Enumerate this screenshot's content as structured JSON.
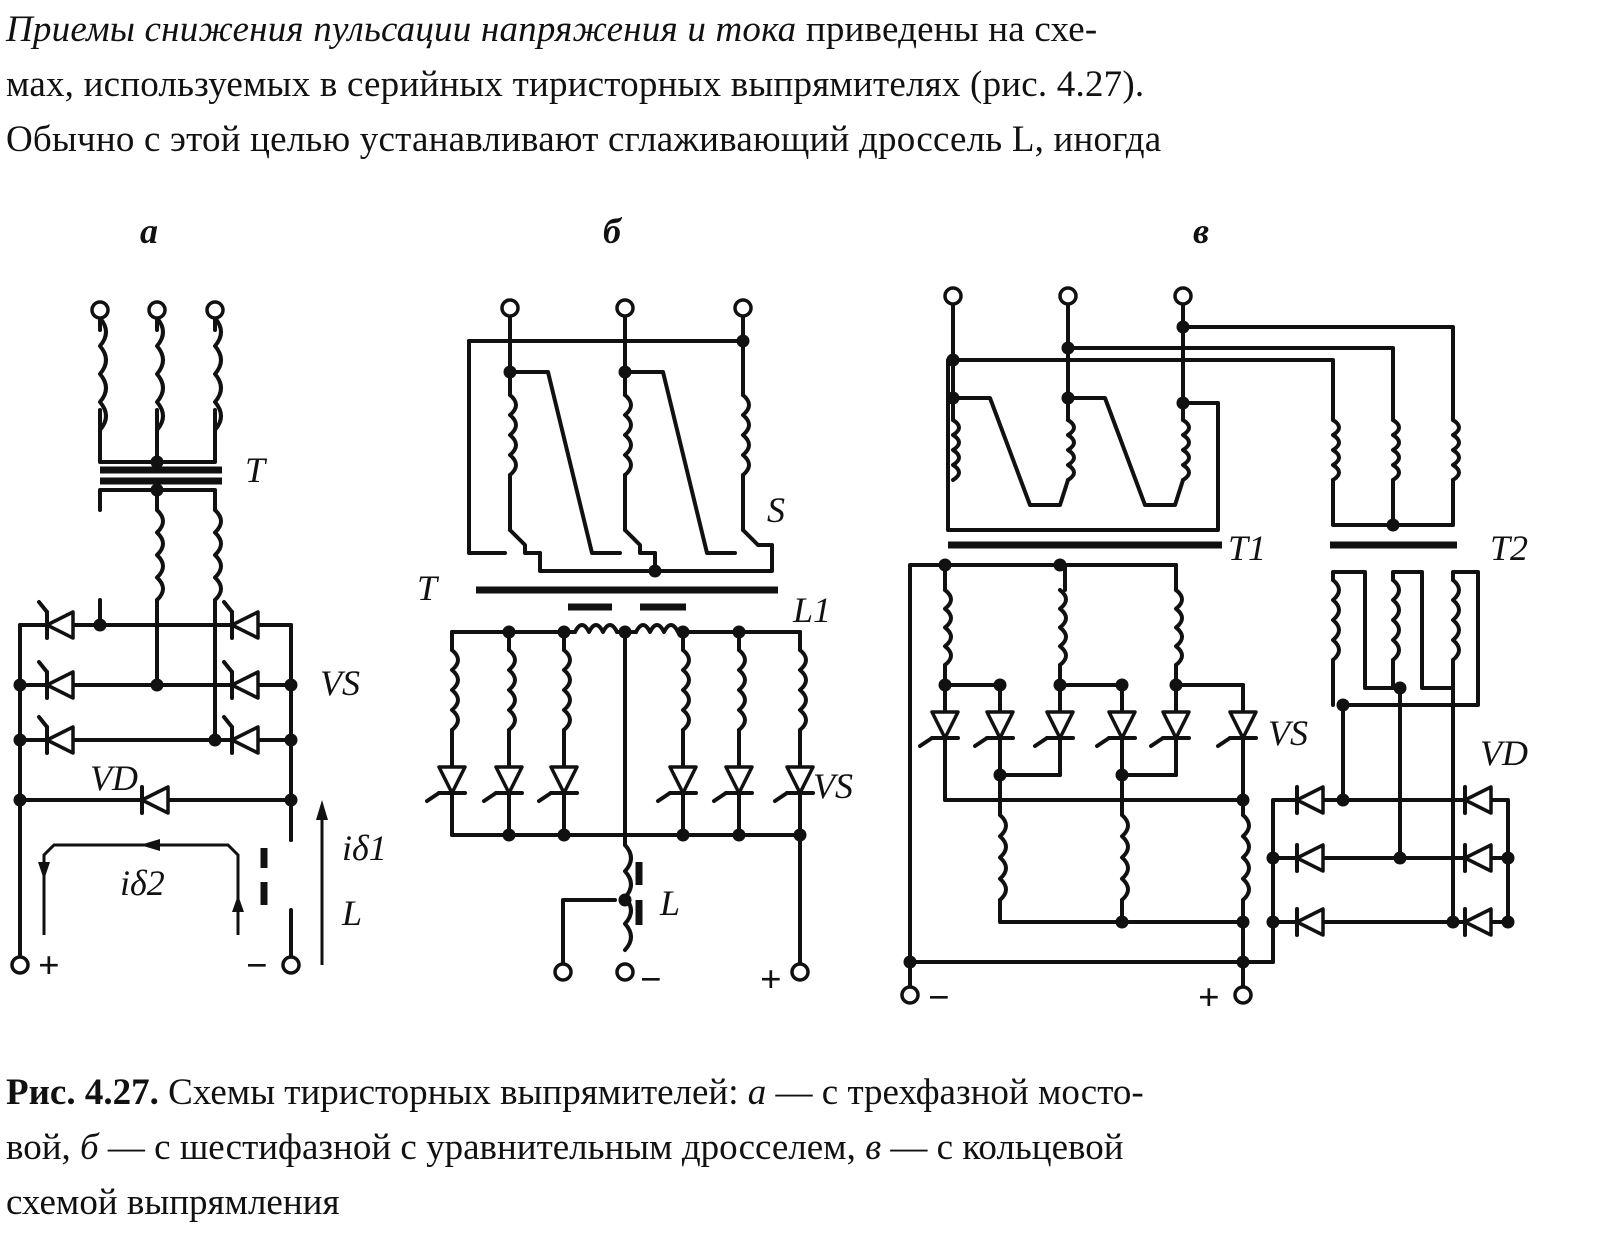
{
  "paragraph": {
    "line1_italic": "Приемы снижения пульсации напряжения и тока",
    "line1_rest": " приведены на схе-",
    "line2": "мах, используемых в серийных тиристорных выпрямителях (рис. 4.27).",
    "line3": "Обычно с этой целью устанавливают сглаживающий дроссель L, иногда"
  },
  "figure": {
    "panel_labels": {
      "a": "а",
      "b": "б",
      "c": "в"
    },
    "labels": {
      "T": "T",
      "VS": "VS",
      "VD": "VD",
      "L": "L",
      "L1": "L1",
      "S": "S",
      "T1": "T1",
      "T2": "T2",
      "id1": "iδ1",
      "id2": "iδ2"
    },
    "signs": {
      "plus": "+",
      "minus": "−"
    }
  },
  "caption": {
    "ref": "Рис. 4.27.",
    "part1": " Схемы тиристорных выпрямителей: ",
    "a": "а",
    "part2": " — с трехфазной мосто-",
    "part3": "вой, ",
    "b": "б",
    "part4": " — с шестифазной с уравнительным дросселем, ",
    "c": "в",
    "part5": " — с кольцевой",
    "part6": "схемой выпрямления"
  }
}
